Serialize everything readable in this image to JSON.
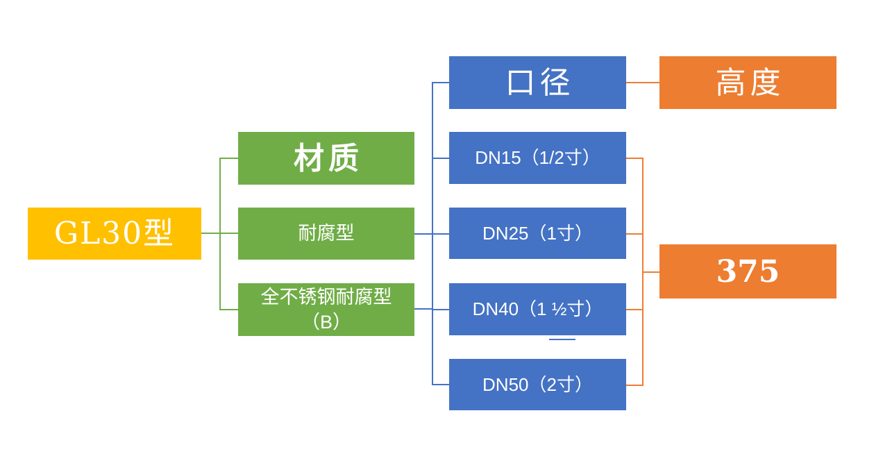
{
  "colors": {
    "background": "#FFFFFF",
    "text": "#FFFFFF",
    "root": "#FFC000",
    "material": "#70AD47",
    "diameter": "#4472C4",
    "height": "#ED7D31"
  },
  "diagram": {
    "root": {
      "label": "GL30型"
    },
    "material": {
      "header": "材质",
      "items": [
        {
          "label": "耐腐型"
        },
        {
          "label_line1": "全不锈钢耐腐型",
          "label_line2": "（B）"
        }
      ]
    },
    "diameter": {
      "header": "口径",
      "items": [
        {
          "label": "DN15（1/2寸）"
        },
        {
          "label": "DN25（1寸）"
        },
        {
          "label": "DN40（1 ½寸）"
        },
        {
          "label": "DN50（2寸）"
        }
      ]
    },
    "height": {
      "header": "高度",
      "value": "375"
    }
  }
}
